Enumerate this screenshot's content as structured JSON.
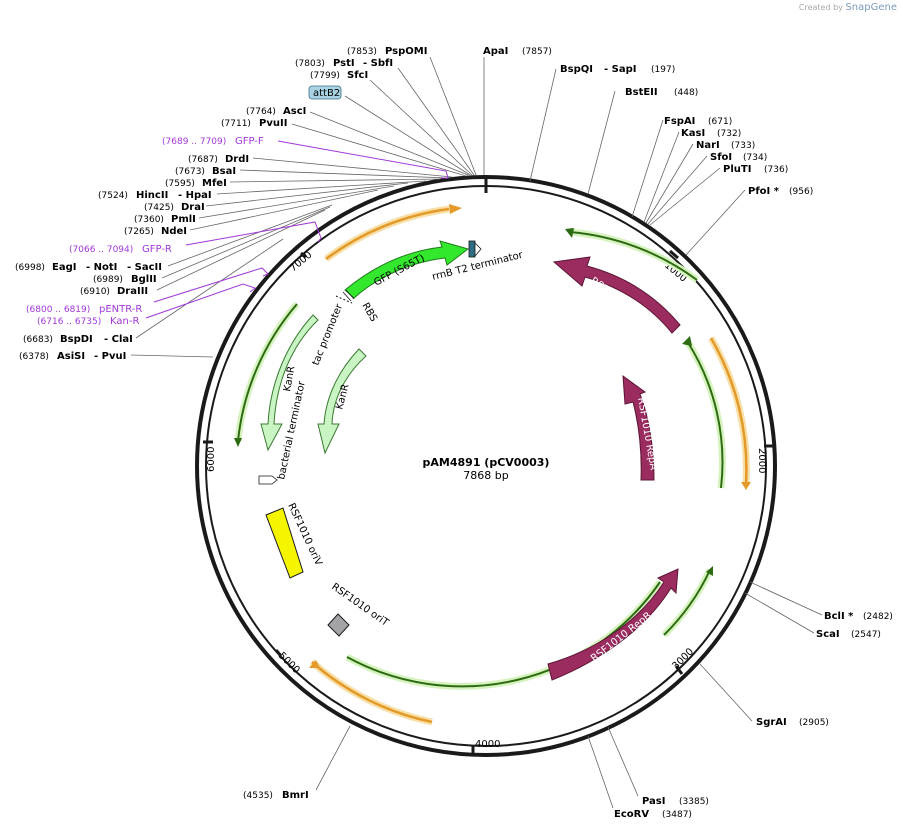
{
  "credit": {
    "prefix": "Created by",
    "brand": "SnapGene"
  },
  "plasmid": {
    "name": "pAM4891 (pCV0003)",
    "size": "7868 bp"
  },
  "ticks": [
    "1000",
    "2000",
    "3000",
    "4000",
    "5000",
    "6000",
    "7000"
  ],
  "sites": [
    {
      "pos": "(7853)",
      "name": "PspOMI"
    },
    {
      "pos": "",
      "name": "ApaI",
      "pos2": "(7857)"
    },
    {
      "pos": "(7803)",
      "name": "PstI",
      "name2": "- SbfI"
    },
    {
      "pos": "(7799)",
      "name": "SfcI"
    },
    {
      "pos": "(7764)",
      "name": "AscI"
    },
    {
      "pos": "(7711)",
      "name": "PvuII"
    },
    {
      "pos": "(7687)",
      "name": "DrdI"
    },
    {
      "pos": "(7673)",
      "name": "BsaI"
    },
    {
      "pos": "(7595)",
      "name": "MfeI"
    },
    {
      "pos": "(7524)",
      "name": "HincII",
      "name2": "- HpaI"
    },
    {
      "pos": "(7425)",
      "name": "DraI"
    },
    {
      "pos": "(7360)",
      "name": "PmlI"
    },
    {
      "pos": "(7265)",
      "name": "NdeI"
    },
    {
      "pos": "(6998)",
      "name": "EagI",
      "name2": "- NotI",
      "name3": "- SacII"
    },
    {
      "pos": "(6989)",
      "name": "BglII"
    },
    {
      "pos": "(6910)",
      "name": "DraIII"
    },
    {
      "pos": "(6683)",
      "name": "BspDI",
      "name2": "- ClaI"
    },
    {
      "pos": "(6378)",
      "name": "AsiSI",
      "name2": "- PvuI"
    },
    {
      "name": "BspQI",
      "name2": "- SapI",
      "pos": "(197)"
    },
    {
      "name": "BstEII",
      "pos": "(448)"
    },
    {
      "name": "FspAI",
      "pos": "(671)"
    },
    {
      "name": "KasI",
      "pos": "(732)"
    },
    {
      "name": "NarI",
      "pos": "(733)"
    },
    {
      "name": "SfoI",
      "pos": "(734)"
    },
    {
      "name": "PluTI",
      "pos": "(736)"
    },
    {
      "name": "PfoI *",
      "pos": "(956)"
    },
    {
      "name": "BclI *",
      "pos": "(2482)"
    },
    {
      "name": "ScaI",
      "pos": "(2547)"
    },
    {
      "name": "SgrAI",
      "pos": "(2905)"
    },
    {
      "name": "PasI",
      "pos": "(3385)"
    },
    {
      "name": "EcoRV",
      "pos": "(3487)"
    },
    {
      "pos": "(4535)",
      "name": "BmrI"
    }
  ],
  "primers": [
    {
      "range": "(7689 .. 7709)",
      "name": "GFP-F"
    },
    {
      "range": "(7066 .. 7094)",
      "name": "GFP-R"
    },
    {
      "range": "(6800 .. 6819)",
      "name": "pENTR-R"
    },
    {
      "range": "(6716 .. 6735)",
      "name": "Kan-R"
    }
  ],
  "boxed_feature": "attB2",
  "features": {
    "gfp": "GFP (S65T)",
    "rrnb": "rrnB T2 terminator",
    "rbs": "RBS",
    "tac": "tac promoter",
    "kanr_outer": "KanR",
    "kanr_inner": "KanR",
    "bact_term": "bacterial terminator",
    "oriv": "RSF1010 oriV",
    "orit": "RSF1010 oriT",
    "repc": "RSF1010 RepC",
    "repa": "RSF1010 RepA",
    "repb": "RSF1010 RepB"
  },
  "colors": {
    "backbone": "#1a1a1a",
    "orange_feature": "#e39a28",
    "green_orf": "#8fd14f",
    "pale_green": "#c9f5c4",
    "gfp": "#33e82c",
    "rep": "#9b2c60",
    "oriv": "#f5f500",
    "orit": "#a4a4a8",
    "primer": "#a238d8",
    "attb2_fill": "#a9d3e3"
  }
}
